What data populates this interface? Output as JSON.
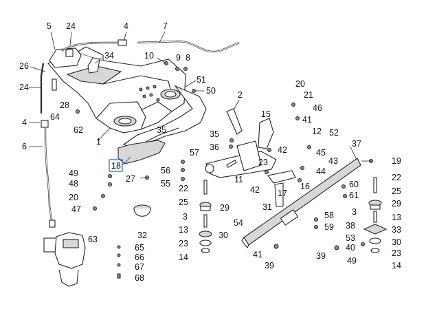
{
  "callouts": [
    {
      "id": "c5",
      "text": "5"
    },
    {
      "id": "c24a",
      "text": "24"
    },
    {
      "id": "c4a",
      "text": "4"
    },
    {
      "id": "c7",
      "text": "7"
    },
    {
      "id": "c34",
      "text": "34"
    },
    {
      "id": "c10",
      "text": "10"
    },
    {
      "id": "c9",
      "text": "9"
    },
    {
      "id": "c8",
      "text": "8"
    },
    {
      "id": "c26",
      "text": "26"
    },
    {
      "id": "c24b",
      "text": "24"
    },
    {
      "id": "c51",
      "text": "51"
    },
    {
      "id": "c50",
      "text": "50"
    },
    {
      "id": "c28",
      "text": "28"
    },
    {
      "id": "c64",
      "text": "64"
    },
    {
      "id": "c62",
      "text": "62"
    },
    {
      "id": "c2",
      "text": "2"
    },
    {
      "id": "c4b",
      "text": "4"
    },
    {
      "id": "c35a",
      "text": "35"
    },
    {
      "id": "c1",
      "text": "1"
    },
    {
      "id": "c6",
      "text": "6"
    },
    {
      "id": "c15",
      "text": "15"
    },
    {
      "id": "c20a",
      "text": "20"
    },
    {
      "id": "c21",
      "text": "21"
    },
    {
      "id": "c46",
      "text": "46"
    },
    {
      "id": "c41a",
      "text": "41"
    },
    {
      "id": "c12",
      "text": "12"
    },
    {
      "id": "c52",
      "text": "52"
    },
    {
      "id": "c35b",
      "text": "35"
    },
    {
      "id": "c36",
      "text": "36"
    },
    {
      "id": "c42a",
      "text": "42"
    },
    {
      "id": "c37",
      "text": "37"
    },
    {
      "id": "c57",
      "text": "57"
    },
    {
      "id": "c45",
      "text": "45"
    },
    {
      "id": "c43",
      "text": "43"
    },
    {
      "id": "c19",
      "text": "19"
    },
    {
      "id": "c18",
      "text": "18"
    },
    {
      "id": "c23a",
      "text": "23"
    },
    {
      "id": "c44",
      "text": "44"
    },
    {
      "id": "c56",
      "text": "56"
    },
    {
      "id": "c49a",
      "text": "49"
    },
    {
      "id": "c27",
      "text": "27"
    },
    {
      "id": "c55",
      "text": "55"
    },
    {
      "id": "c48",
      "text": "48"
    },
    {
      "id": "c11",
      "text": "11"
    },
    {
      "id": "c42b",
      "text": "42"
    },
    {
      "id": "c16",
      "text": "16"
    },
    {
      "id": "c60",
      "text": "60"
    },
    {
      "id": "c22a",
      "text": "22"
    },
    {
      "id": "c22b",
      "text": "22"
    },
    {
      "id": "c20b",
      "text": "20"
    },
    {
      "id": "c61",
      "text": "61"
    },
    {
      "id": "c25a",
      "text": "25"
    },
    {
      "id": "c25b",
      "text": "25"
    },
    {
      "id": "c47",
      "text": "47"
    },
    {
      "id": "c31",
      "text": "31"
    },
    {
      "id": "c17",
      "text": "17"
    },
    {
      "id": "c29a",
      "text": "29"
    },
    {
      "id": "c29b",
      "text": "29"
    },
    {
      "id": "c3a",
      "text": "3"
    },
    {
      "id": "c3b",
      "text": "3"
    },
    {
      "id": "c58",
      "text": "58"
    },
    {
      "id": "c54",
      "text": "54"
    },
    {
      "id": "c13a",
      "text": "13"
    },
    {
      "id": "c13b",
      "text": "13"
    },
    {
      "id": "c59",
      "text": "59"
    },
    {
      "id": "c38",
      "text": "38"
    },
    {
      "id": "c33",
      "text": "33"
    },
    {
      "id": "c32",
      "text": "32"
    },
    {
      "id": "c30a",
      "text": "30"
    },
    {
      "id": "c53",
      "text": "53"
    },
    {
      "id": "c30b",
      "text": "30"
    },
    {
      "id": "c63",
      "text": "63"
    },
    {
      "id": "c23b",
      "text": "23"
    },
    {
      "id": "c40",
      "text": "40"
    },
    {
      "id": "c23c",
      "text": "23"
    },
    {
      "id": "c65",
      "text": "65"
    },
    {
      "id": "c41b",
      "text": "41"
    },
    {
      "id": "c39a",
      "text": "39"
    },
    {
      "id": "c49b",
      "text": "49"
    },
    {
      "id": "c14a",
      "text": "14"
    },
    {
      "id": "c14b",
      "text": "14"
    },
    {
      "id": "c66",
      "text": "66"
    },
    {
      "id": "c67",
      "text": "67"
    },
    {
      "id": "c39b",
      "text": "39"
    },
    {
      "id": "c68",
      "text": "68"
    }
  ],
  "highlight_color": "#2a63b0",
  "line_color": "#222222"
}
